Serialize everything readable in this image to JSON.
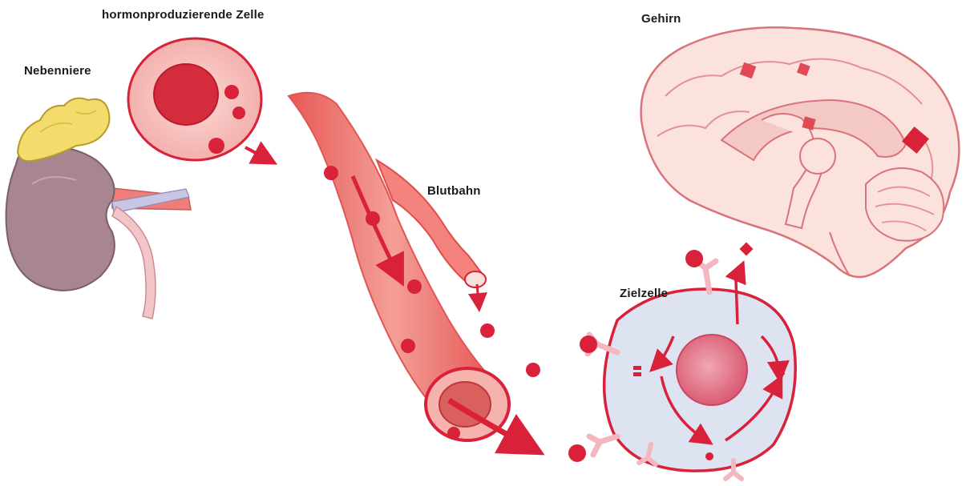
{
  "labels": {
    "hormone_cell": "hormonproduzierende Zelle",
    "adrenal_gland": "Nebenniere",
    "bloodstream": "Blutbahn",
    "brain": "Gehirn",
    "target_cell": "Zielzelle"
  },
  "colors": {
    "hormone_red": "#d9213a",
    "vessel_red": "#f07a75",
    "cell_pink": "#f7c9c6",
    "adrenal_yellow": "#f3dc6c",
    "kidney_purple": "#a7868f",
    "brain_pink": "#fbe2dd",
    "target_cell_blue": "#dde3f0"
  }
}
